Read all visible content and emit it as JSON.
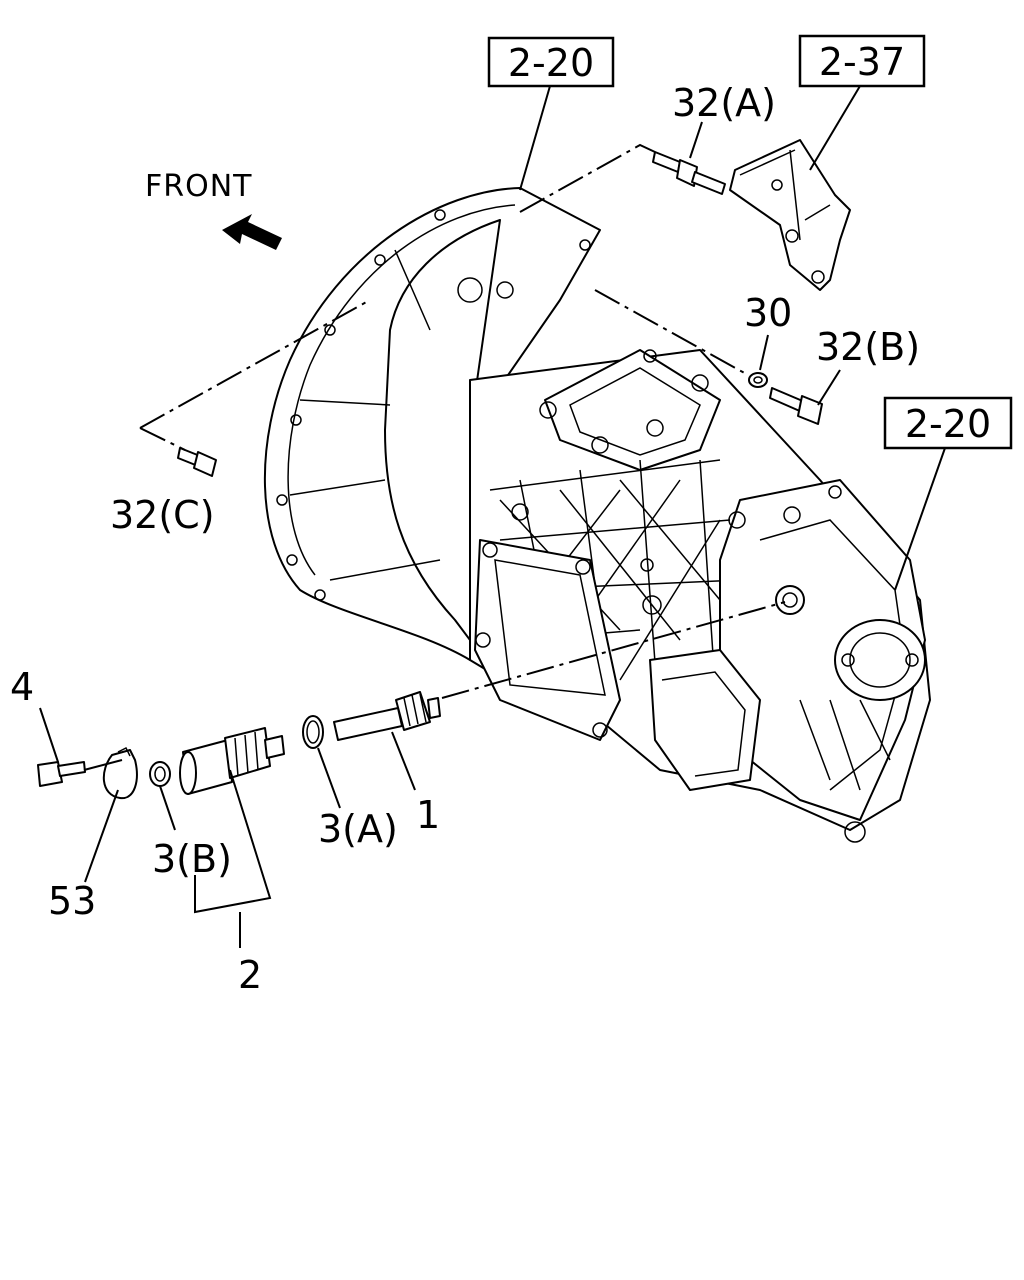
{
  "diagram": {
    "direction_label": "FRONT",
    "ref_boxes": [
      {
        "id": "ref-top-left",
        "text": "2-20"
      },
      {
        "id": "ref-top-right",
        "text": "2-37"
      },
      {
        "id": "ref-right",
        "text": "2-20"
      }
    ],
    "callouts": {
      "c32a": "32(A)",
      "c30": "30",
      "c32b": "32(B)",
      "c32c": "32(C)",
      "c4": "4",
      "c53": "53",
      "c3b": "3(B)",
      "c3a": "3(A)",
      "c1": "1",
      "c2": "2"
    }
  }
}
